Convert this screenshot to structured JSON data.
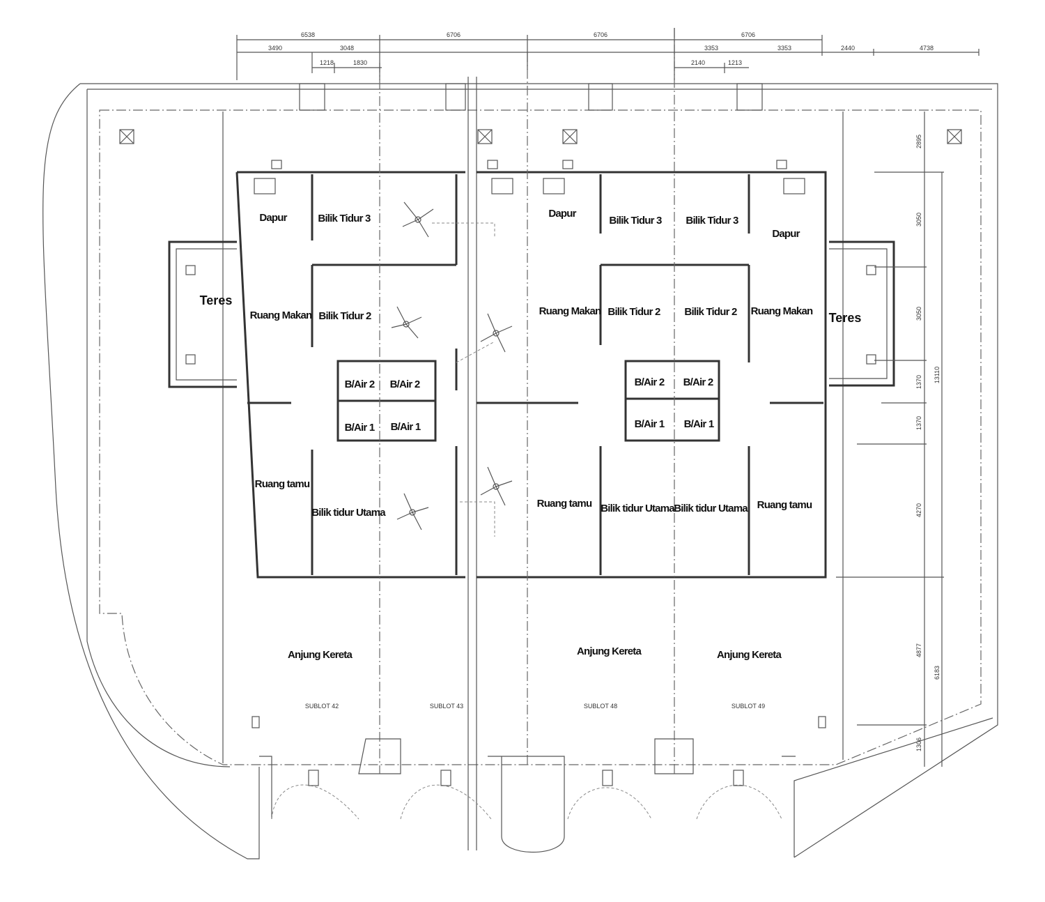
{
  "dimensions": {
    "top_row1": [
      "6538",
      "6706",
      "6706",
      "6706"
    ],
    "top_row2": [
      "3490",
      "3048",
      "3353",
      "3353",
      "2440",
      "4738"
    ],
    "top_row3": [
      "1218",
      "1830",
      "2140",
      "1213"
    ],
    "right_col1": [
      "2895",
      "3050",
      "3050",
      "1370",
      "1370",
      "4270",
      "4877",
      "1306"
    ],
    "right_col2": [
      "13110",
      "6183"
    ]
  },
  "rooms": {
    "dapur": "Dapur",
    "bilik_tidur_3": "Bilik Tidur 3",
    "bilik_tidur_2": "Bilik Tidur 2",
    "ruang_makan": "Ruang Makan",
    "bilik_air_2": "B/Air 2",
    "bilik_air_1": "B/Air 1",
    "ruang_tamu": "Ruang tamu",
    "bilik_tidur_utama": "Bilik tidur Utama",
    "teres": "Teres",
    "anjung_kereta": "Anjung Kereta"
  },
  "sublots": [
    "SUBLOT 42",
    "SUBLOT 43",
    "SUBLOT 48",
    "SUBLOT 49"
  ]
}
